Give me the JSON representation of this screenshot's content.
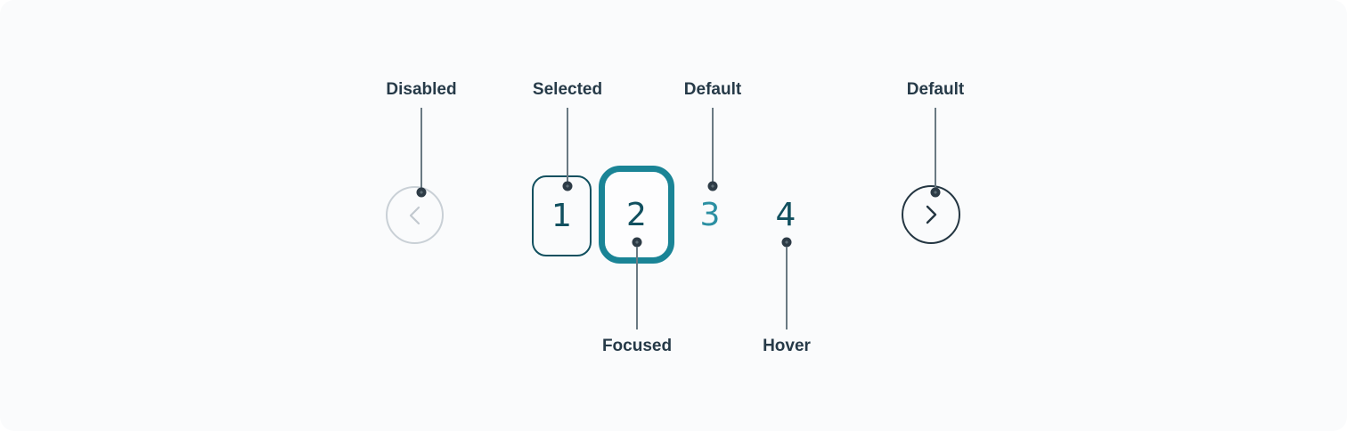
{
  "colors": {
    "card_background": "#fafbfc",
    "dark_teal": "#11505f",
    "focus_ring_teal": "#1a8496",
    "default_teal": "#2b8fa2",
    "dark_slate": "#243642",
    "label_slate": "#263a48",
    "disabled_gray": "#c9d0d6",
    "leader_line_gray": "#6a7a83",
    "annotation_dot": "#2d3b46"
  },
  "pagination": {
    "prev_button": {
      "icon": "chevron-left",
      "state": "disabled"
    },
    "pages": [
      {
        "label": "1",
        "state": "selected"
      },
      {
        "label": "2",
        "state": "focused"
      },
      {
        "label": "3",
        "state": "default"
      },
      {
        "label": "4",
        "state": "hover"
      }
    ],
    "next_button": {
      "icon": "chevron-right",
      "state": "default"
    }
  },
  "annotations": {
    "top": [
      {
        "label": "Disabled"
      },
      {
        "label": "Selected"
      },
      {
        "label": "Default"
      },
      {
        "label": "Default"
      }
    ],
    "bottom": [
      {
        "label": "Focused"
      },
      {
        "label": "Hover"
      }
    ]
  }
}
